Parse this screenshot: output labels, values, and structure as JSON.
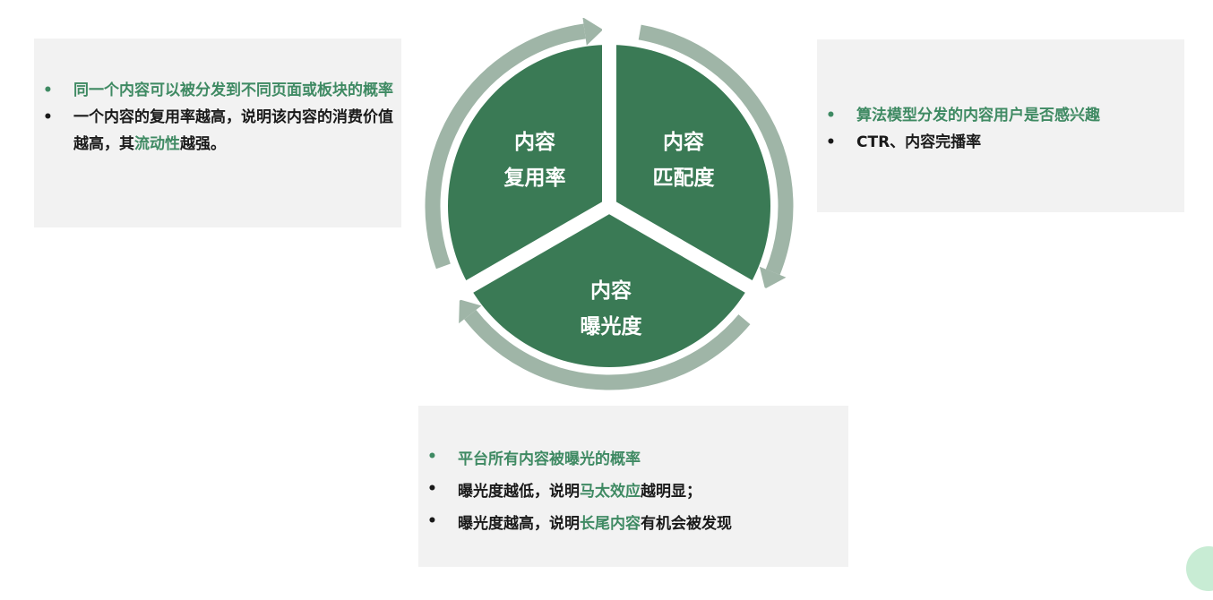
{
  "diagram": {
    "segments": [
      {
        "line1": "内容",
        "line2": "复用率"
      },
      {
        "line1": "内容",
        "line2": "匹配度"
      },
      {
        "line1": "内容",
        "line2": "曝光度"
      }
    ]
  },
  "left_panel": {
    "item1": "同一个内容可以被分发到不同页面或板块的概率",
    "item2_prefix": "一个内容的复用率越高，说明该内容的消费价值越高，其",
    "item2_highlight": "流动性",
    "item2_suffix": "越强。"
  },
  "right_panel": {
    "item1": "算法模型分发的内容用户是否感兴趣",
    "item2": "CTR、内容完播率"
  },
  "bottom_panel": {
    "item1": "平台所有内容被曝光的概率",
    "item2_prefix": "曝光度越低，说明",
    "item2_highlight": "马太效应",
    "item2_suffix": "越明显；",
    "item3_prefix": "曝光度越高，说明",
    "item3_highlight": "长尾内容",
    "item3_suffix": "有机会被发现"
  },
  "colors": {
    "segment_fill": "#3a7a55",
    "arrow_ring": "#9fb5a7",
    "accent_text": "#3f8a63",
    "panel_bg": "#f2f2f2"
  }
}
